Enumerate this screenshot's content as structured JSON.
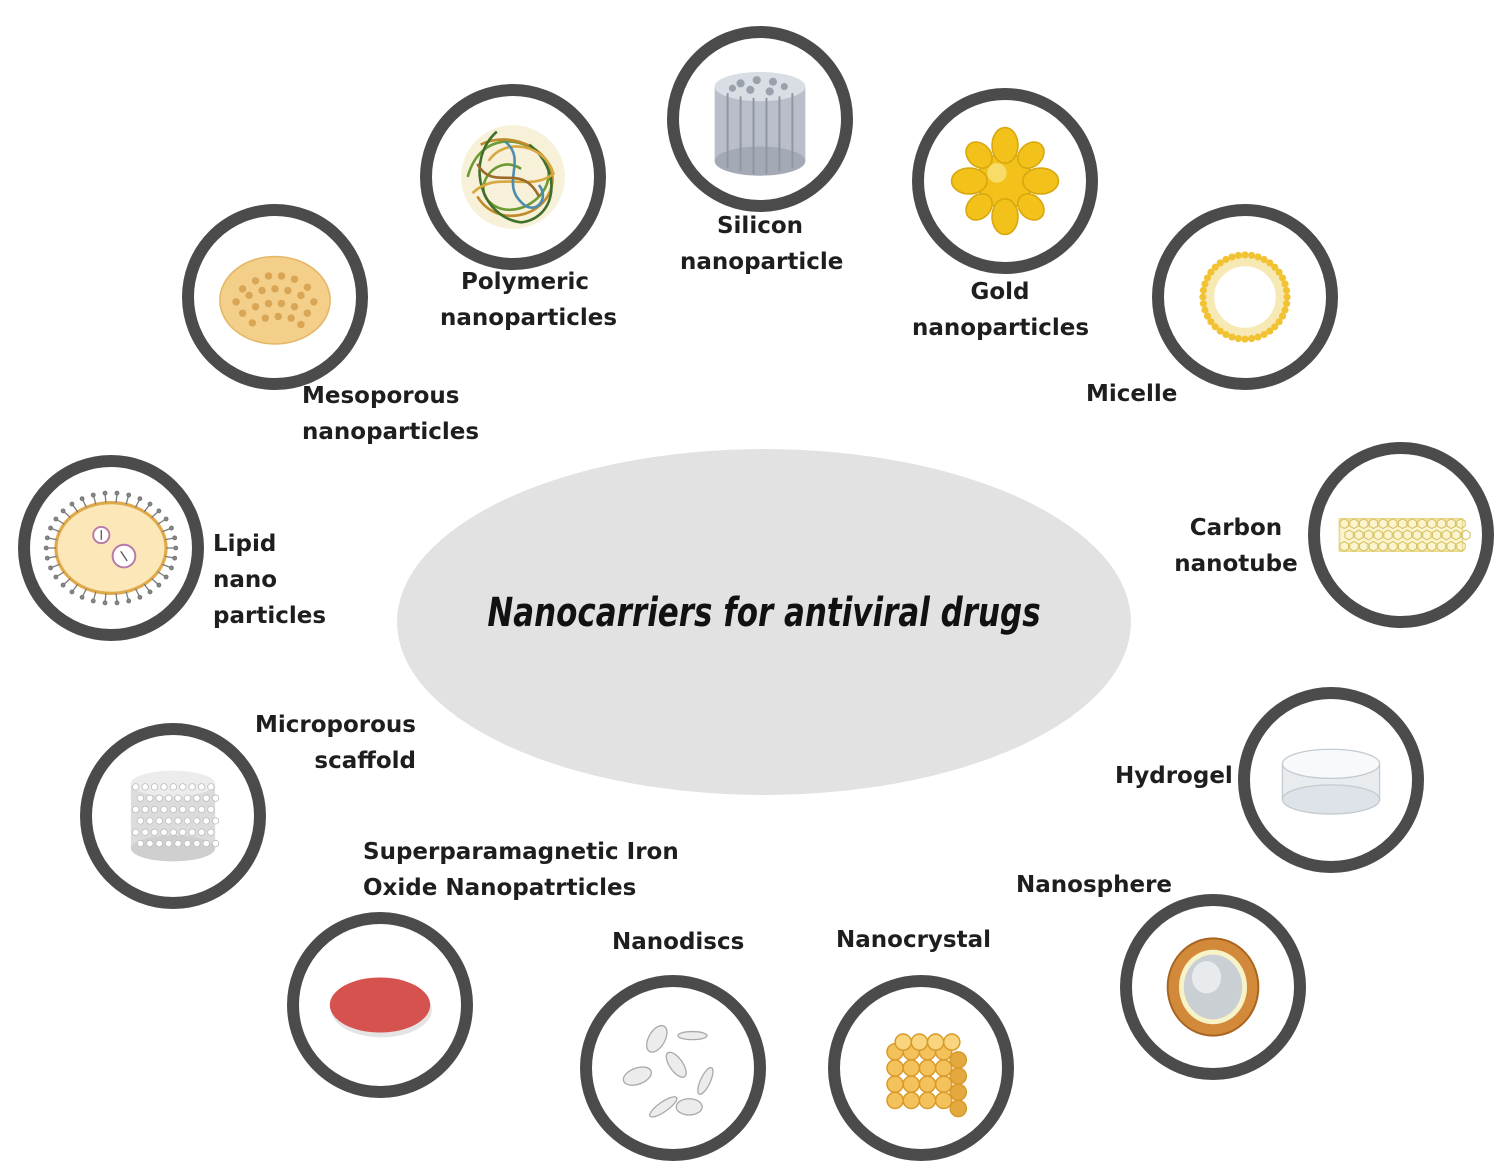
{
  "title": "Nanocarriers for antiviral drugs",
  "nanocarriers": [
    {
      "id": "silicon",
      "lines": [
        "Silicon",
        "nanoparticle"
      ],
      "icon": "silicon-nanoparticle-icon"
    },
    {
      "id": "polymeric",
      "lines": [
        "Polymeric",
        "nanoparticles"
      ],
      "icon": "polymeric-nanoparticle-icon"
    },
    {
      "id": "gold",
      "lines": [
        "Gold",
        "nanoparticles"
      ],
      "icon": "gold-nanoparticle-icon"
    },
    {
      "id": "mesoporous",
      "lines": [
        "Mesoporous",
        "nanoparticles"
      ],
      "icon": "mesoporous-nanoparticle-icon"
    },
    {
      "id": "micelle",
      "lines": [
        "Micelle"
      ],
      "icon": "micelle-icon"
    },
    {
      "id": "lipid",
      "lines": [
        "Lipid",
        "nano",
        "particles"
      ],
      "icon": "lipid-nanoparticle-icon"
    },
    {
      "id": "carbon",
      "lines": [
        "Carbon",
        "nanotube"
      ],
      "icon": "carbon-nanotube-icon"
    },
    {
      "id": "microporous",
      "lines": [
        "Microporous",
        "scaffold"
      ],
      "icon": "microporous-scaffold-icon"
    },
    {
      "id": "hydrogel",
      "lines": [
        "Hydrogel"
      ],
      "icon": "hydrogel-icon"
    },
    {
      "id": "spion",
      "lines": [
        "Superparamagnetic Iron",
        "Oxide Nanopatrticles"
      ],
      "icon": "iron-oxide-nanoparticle-icon"
    },
    {
      "id": "nanodiscs",
      "lines": [
        "Nanodiscs"
      ],
      "icon": "nanodiscs-icon"
    },
    {
      "id": "nanocrystal",
      "lines": [
        "Nanocrystal"
      ],
      "icon": "nanocrystal-icon"
    },
    {
      "id": "nanosphere",
      "lines": [
        "Nanosphere"
      ],
      "icon": "nanosphere-icon"
    }
  ],
  "colors": {
    "ring": "#4b4b4b",
    "center": "#e2e2e2",
    "gold": "#f2c21b",
    "iron_oxide": "#d6524e",
    "mesoporous": "#f4cf8a"
  }
}
